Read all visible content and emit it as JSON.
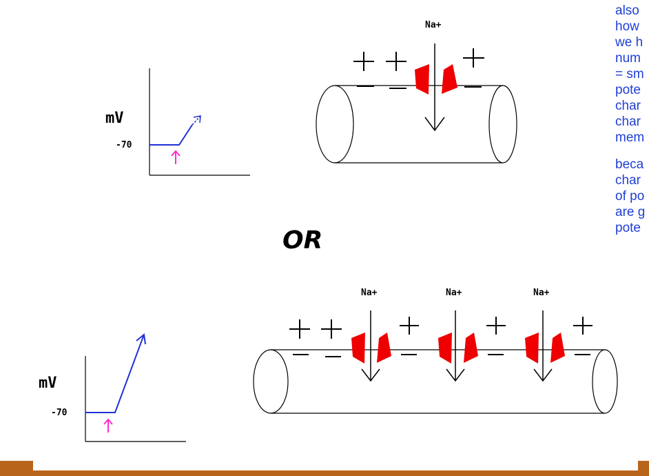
{
  "top_graph": {
    "ylabel": "mV",
    "tick": "-70"
  },
  "bottom_graph": {
    "ylabel": "mV",
    "tick": "-70"
  },
  "top_axon": {
    "ion": "Na+"
  },
  "bottom_axon": {
    "ions": [
      "Na+",
      "Na+",
      "Na+"
    ]
  },
  "or_label": "OR",
  "side_text": {
    "paragraph1": [
      "also",
      "how",
      "we h",
      "num",
      "= sm",
      "pote",
      "char",
      "char",
      "mem"
    ],
    "paragraph2": [
      "beca",
      "char",
      "of po",
      "are g",
      "pote"
    ]
  },
  "colors": {
    "trace": "#1f2fd6",
    "arrow": "#ff2bd0",
    "channel": "#ee0000",
    "side_text": "#1f3fd6",
    "footer": "#b8651b"
  }
}
